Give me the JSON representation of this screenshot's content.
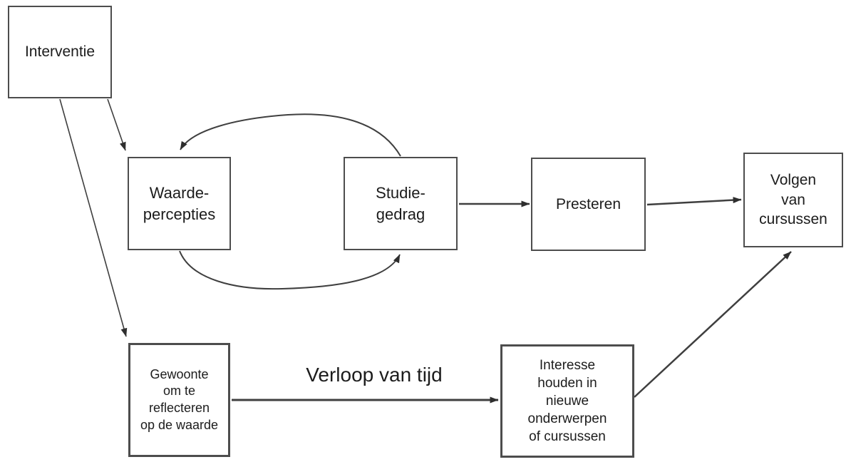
{
  "diagram": {
    "nodes": {
      "interventie": {
        "label": "Interventie"
      },
      "waarde_percepties": {
        "label": "Waarde-\npercepties"
      },
      "studie_gedrag": {
        "label": "Studie-\ngedrag"
      },
      "presteren": {
        "label": "Presteren"
      },
      "volgen_van_cursussen": {
        "label": "Volgen\nvan\ncursussen"
      },
      "gewoonte_reflecteren": {
        "label": "Gewoonte\nom te\nreflecteren\nop de waarde"
      },
      "interesse_houden": {
        "label": "Interesse\nhouden in\nnieuwe\nonderwerpen\nof cursussen"
      }
    },
    "edge_labels": {
      "verloop_van_tijd": "Verloop van tijd"
    },
    "edges": [
      {
        "from": "interventie",
        "to": "waarde_percepties",
        "style": "straight"
      },
      {
        "from": "interventie",
        "to": "gewoonte_reflecteren",
        "style": "straight"
      },
      {
        "from": "studie_gedrag",
        "to": "waarde_percepties",
        "style": "curved-top-arc"
      },
      {
        "from": "waarde_percepties",
        "to": "studie_gedrag",
        "style": "curved-bottom-arc"
      },
      {
        "from": "studie_gedrag",
        "to": "presteren",
        "style": "straight"
      },
      {
        "from": "presteren",
        "to": "volgen_van_cursussen",
        "style": "straight"
      },
      {
        "from": "gewoonte_reflecteren",
        "to": "interesse_houden",
        "style": "straight",
        "label": "Verloop van tijd"
      },
      {
        "from": "interesse_houden",
        "to": "volgen_van_cursussen",
        "style": "straight"
      }
    ],
    "colors": {
      "background": "#ffffff",
      "box_border": "#4d4d4d",
      "arrow": "#3f3f3f",
      "text": "#1c1c1c"
    }
  }
}
